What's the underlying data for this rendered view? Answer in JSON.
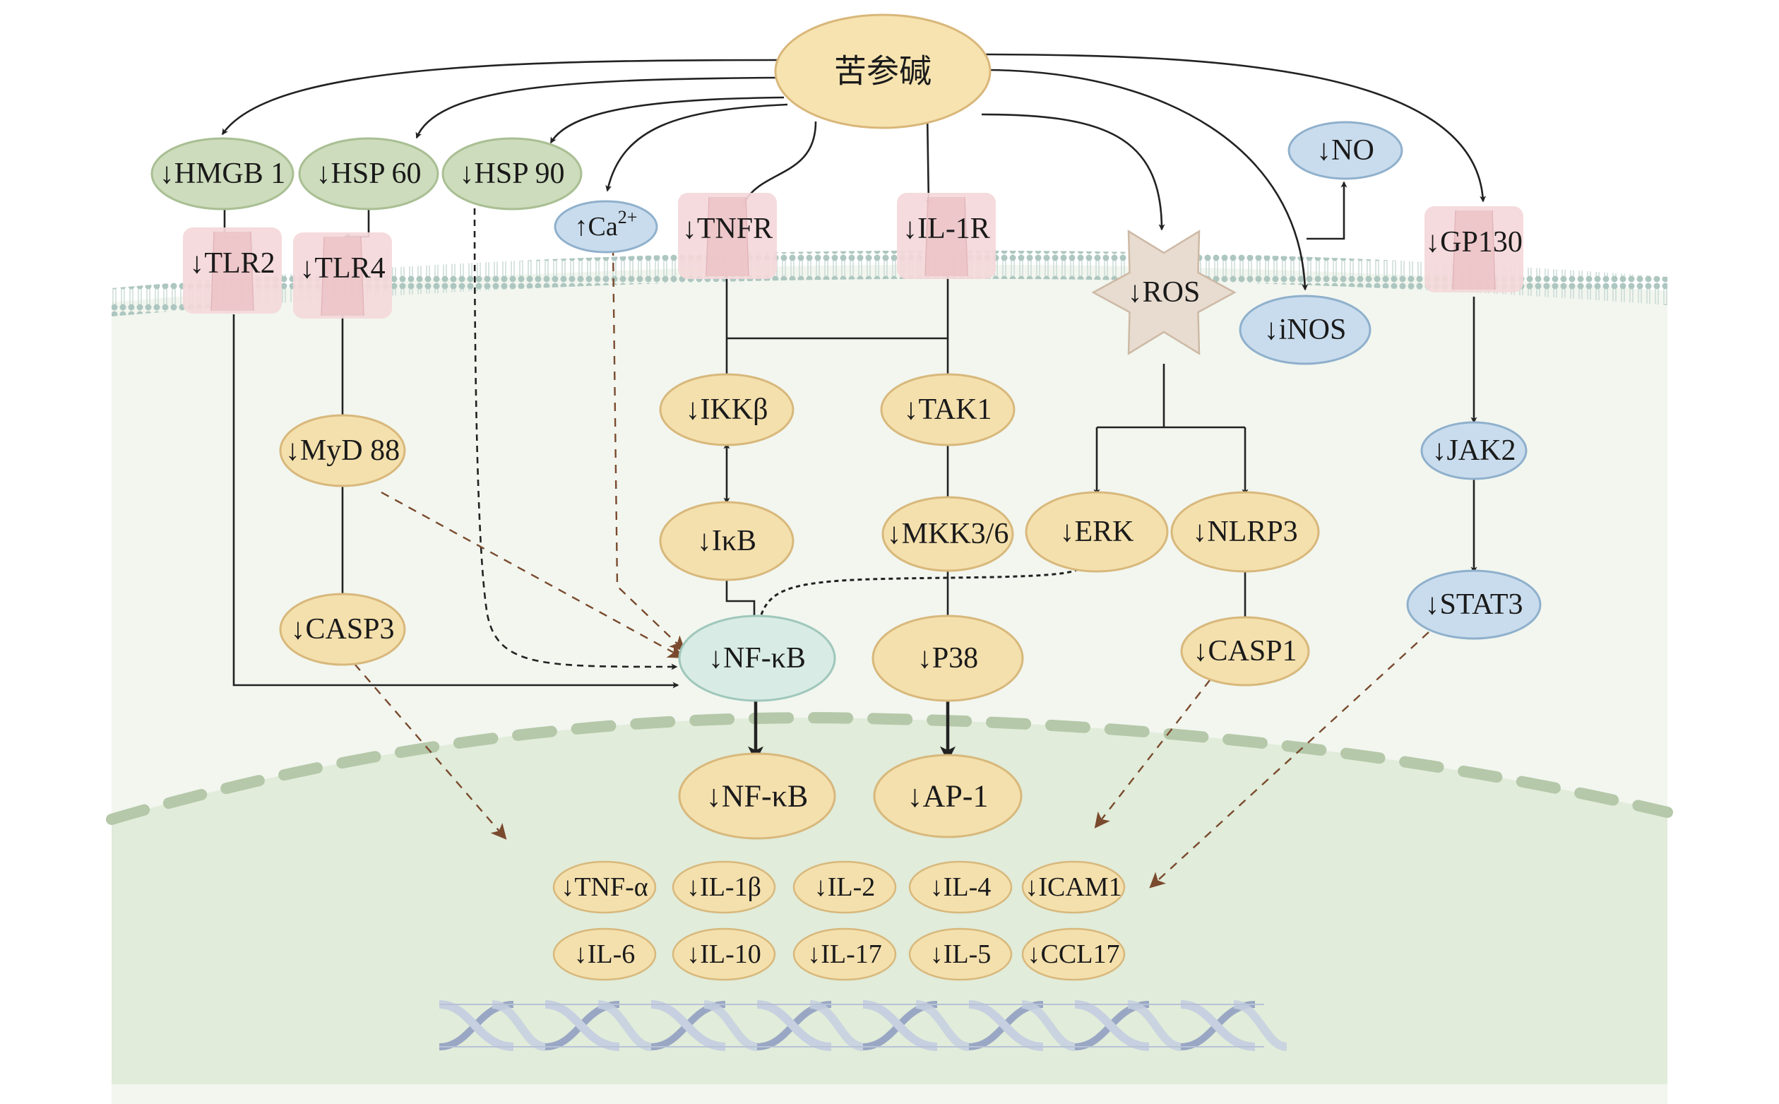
{
  "diagram": {
    "title": "苦参碱 anti-inflammatory signaling pathway",
    "center_node": {
      "id": "matrine",
      "label": "苦参碱"
    },
    "colors": {
      "center_fill": "#f6e3b0",
      "center_stroke": "#d9b77a",
      "yellow_fill": "#f4e0ad",
      "yellow_stroke": "#d8b87c",
      "green_fill": "#cddcbc",
      "green_stroke": "#a9bf94",
      "blue_fill": "#c9dced",
      "blue_stroke": "#8fb0cc",
      "teal_fill": "#d8ebe4",
      "teal_stroke": "#9fc7bb",
      "receptor_fill": "#f4d8da",
      "receptor_core": "#ecc4c8",
      "ros_fill": "#e8dcd0",
      "ros_stroke": "#cdb9a5",
      "cytoplasm": "#f2f6ef",
      "nucleus": "#e1ecda",
      "nuclear_envelope": "#b5c8a9",
      "membrane": "#a9c3bd",
      "arrow": "#222222",
      "dashed_brown": "#7a4a2e",
      "dna_light": "#c6d0e0",
      "dna_dark": "#9aa7c4"
    },
    "extracellular": [
      {
        "id": "hmgb1",
        "label": "↓HMGB 1",
        "style": "green"
      },
      {
        "id": "hsp60",
        "label": "↓HSP 60",
        "style": "green"
      },
      {
        "id": "hsp90",
        "label": "↓HSP 90",
        "style": "green"
      },
      {
        "id": "ca2",
        "label": "↑Ca",
        "sup": "2+",
        "style": "blue"
      },
      {
        "id": "no",
        "label": "↓NO",
        "style": "blue"
      }
    ],
    "receptors": [
      {
        "id": "tlr2",
        "label": "↓TLR2"
      },
      {
        "id": "tlr4",
        "label": "↓TLR4"
      },
      {
        "id": "tnfr",
        "label": "↓TNFR"
      },
      {
        "id": "il1r",
        "label": "↓IL-1R"
      },
      {
        "id": "gp130",
        "label": "↓GP130"
      }
    ],
    "membrane_nodes": [
      {
        "id": "ros",
        "label": "↓ROS",
        "style": "star"
      },
      {
        "id": "inos",
        "label": "↓iNOS",
        "style": "blue"
      }
    ],
    "cytoplasm_nodes": [
      {
        "id": "myd88",
        "label": "↓MyD 88",
        "style": "yellow"
      },
      {
        "id": "casp3",
        "label": "↓CASP3",
        "style": "yellow"
      },
      {
        "id": "ikkb",
        "label": "↓IKKβ",
        "style": "yellow"
      },
      {
        "id": "ikb",
        "label": "↓IκB",
        "style": "yellow"
      },
      {
        "id": "nfkb_cyto",
        "label": "↓NF-κB",
        "style": "teal"
      },
      {
        "id": "tak1",
        "label": "↓TAK1",
        "style": "yellow"
      },
      {
        "id": "mkk36",
        "label": "↓MKK3/6",
        "style": "yellow"
      },
      {
        "id": "p38",
        "label": "↓P38",
        "style": "yellow"
      },
      {
        "id": "erk",
        "label": "↓ERK",
        "style": "yellow"
      },
      {
        "id": "nlrp3",
        "label": "↓NLRP3",
        "style": "yellow"
      },
      {
        "id": "casp1",
        "label": "↓CASP1",
        "style": "yellow"
      },
      {
        "id": "jak2",
        "label": "↓JAK2",
        "style": "blue"
      },
      {
        "id": "stat3",
        "label": "↓STAT3",
        "style": "blue"
      }
    ],
    "nucleus_nodes": [
      {
        "id": "nfkb_nuc",
        "label": "↓NF-κB",
        "style": "yellow"
      },
      {
        "id": "ap1",
        "label": "↓AP-1",
        "style": "yellow"
      }
    ],
    "cytokines": {
      "row1": [
        "↓TNF-α",
        "↓IL-1β",
        "↓IL-2",
        "↓IL-4",
        "↓ICAM1"
      ],
      "row2": [
        "↓IL-6",
        "↓IL-10",
        "↓IL-17",
        "↓IL-5",
        "↓CCL17"
      ]
    },
    "edges": [
      {
        "from": "matrine",
        "to": "hmgb1",
        "type": "solid"
      },
      {
        "from": "matrine",
        "to": "hsp60",
        "type": "solid"
      },
      {
        "from": "matrine",
        "to": "hsp90",
        "type": "solid"
      },
      {
        "from": "matrine",
        "to": "ca2",
        "type": "solid"
      },
      {
        "from": "matrine",
        "to": "tnfr",
        "type": "solid"
      },
      {
        "from": "matrine",
        "to": "il1r",
        "type": "solid"
      },
      {
        "from": "matrine",
        "to": "ros",
        "type": "solid"
      },
      {
        "from": "matrine",
        "to": "inos",
        "type": "solid"
      },
      {
        "from": "matrine",
        "to": "gp130",
        "type": "solid"
      },
      {
        "from": "hmgb1",
        "to": "tlr2",
        "type": "solid"
      },
      {
        "from": "hsp60",
        "to": "tlr4",
        "type": "solid"
      },
      {
        "from": "inos",
        "to": "no",
        "type": "solid"
      },
      {
        "from": "tlr2",
        "to": "nfkb_cyto",
        "type": "solid"
      },
      {
        "from": "tlr4",
        "to": "myd88",
        "type": "solid"
      },
      {
        "from": "myd88",
        "to": "casp3",
        "type": "solid"
      },
      {
        "from": "myd88",
        "to": "nfkb_cyto",
        "type": "dashed-brown"
      },
      {
        "from": "hsp90",
        "to": "nfkb_cyto",
        "type": "dashed-black"
      },
      {
        "from": "ca2",
        "to": "nfkb_cyto",
        "type": "dashed-brown"
      },
      {
        "from": "tnfr",
        "to": "ikkb",
        "type": "solid"
      },
      {
        "from": "tnfr",
        "to": "tak1",
        "type": "solid"
      },
      {
        "from": "il1r",
        "to": "tak1",
        "type": "solid"
      },
      {
        "from": "il1r",
        "to": "ikkb",
        "type": "solid"
      },
      {
        "from": "ikkb",
        "to": "ikb",
        "type": "bidirectional"
      },
      {
        "from": "ikb",
        "to": "nfkb_cyto",
        "type": "solid"
      },
      {
        "from": "erk",
        "to": "nfkb_cyto",
        "type": "dotted"
      },
      {
        "from": "tak1",
        "to": "mkk36",
        "type": "solid"
      },
      {
        "from": "mkk36",
        "to": "p38",
        "type": "solid"
      },
      {
        "from": "ros",
        "to": "erk",
        "type": "solid"
      },
      {
        "from": "ros",
        "to": "nlrp3",
        "type": "solid"
      },
      {
        "from": "nlrp3",
        "to": "casp1",
        "type": "solid"
      },
      {
        "from": "gp130",
        "to": "jak2",
        "type": "solid"
      },
      {
        "from": "jak2",
        "to": "stat3",
        "type": "solid"
      },
      {
        "from": "nfkb_cyto",
        "to": "nfkb_nuc",
        "type": "solid-bold"
      },
      {
        "from": "p38",
        "to": "ap1",
        "type": "solid-bold"
      },
      {
        "from": "casp3",
        "to": "cytokines",
        "type": "dashed-brown"
      },
      {
        "from": "casp1",
        "to": "cytokines",
        "type": "dashed-brown"
      },
      {
        "from": "stat3",
        "to": "cytokines",
        "type": "dashed-brown"
      }
    ]
  }
}
